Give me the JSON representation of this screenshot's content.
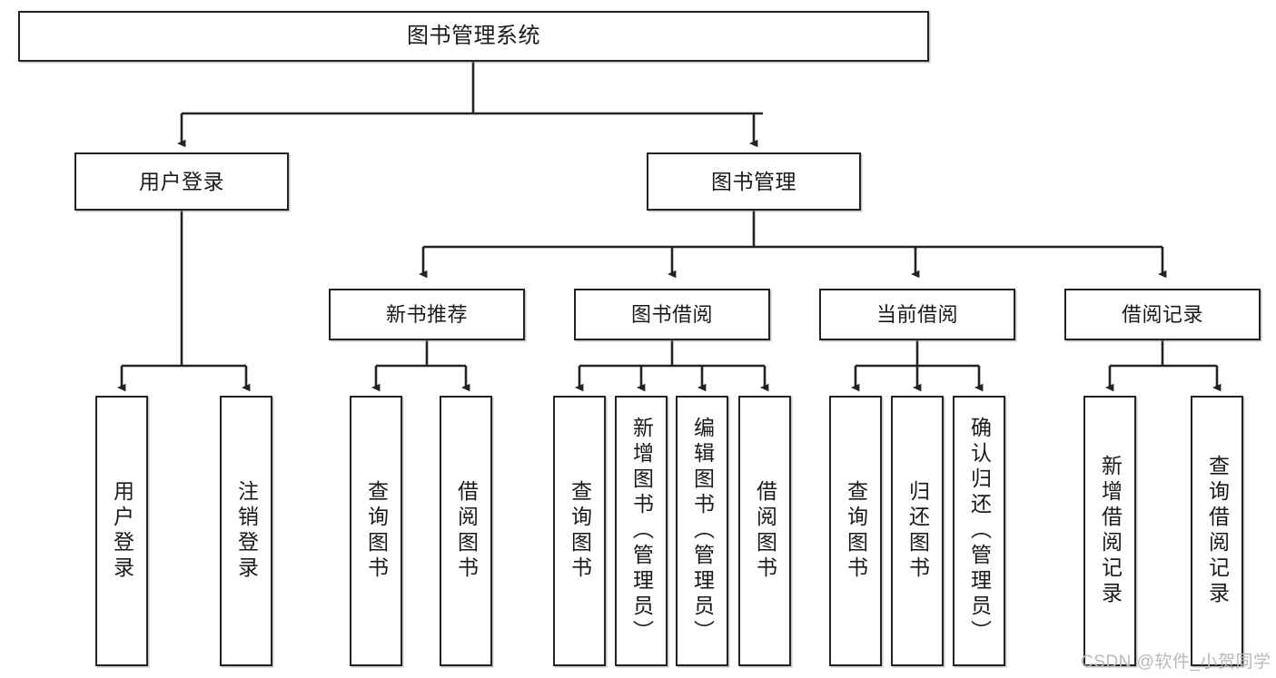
{
  "diagram": {
    "title": "图书管理系统",
    "type": "hierarchy-tree",
    "root": {
      "label": "图书管理系统"
    },
    "level1": [
      {
        "label": "用户登录"
      },
      {
        "label": "图书管理"
      }
    ],
    "level2": [
      {
        "label": "新书推荐"
      },
      {
        "label": "图书借阅"
      },
      {
        "label": "当前借阅"
      },
      {
        "label": "借阅记录"
      }
    ],
    "leaves": {
      "user_login": [
        {
          "label": "用户登录"
        },
        {
          "label": "注销登录"
        }
      ],
      "new_book_recommend": [
        {
          "label": "查询图书"
        },
        {
          "label": "借阅图书"
        }
      ],
      "book_borrow": [
        {
          "label": "查询图书"
        },
        {
          "label": "新增图书（管理员）"
        },
        {
          "label": "编辑图书（管理员）"
        },
        {
          "label": "借阅图书"
        }
      ],
      "current_borrow": [
        {
          "label": "查询图书"
        },
        {
          "label": "归还图书"
        },
        {
          "label": "确认归还（管理员）"
        }
      ],
      "borrow_record": [
        {
          "label": "新增借阅记录"
        },
        {
          "label": "查询借阅记录"
        }
      ]
    }
  },
  "watermark": {
    "text": "CSDN @软件_小贺同学"
  },
  "colors": {
    "stroke": "#232323",
    "fill": "#ffffff",
    "text": "#1a1a1a",
    "watermark": "#b9b9b9"
  }
}
